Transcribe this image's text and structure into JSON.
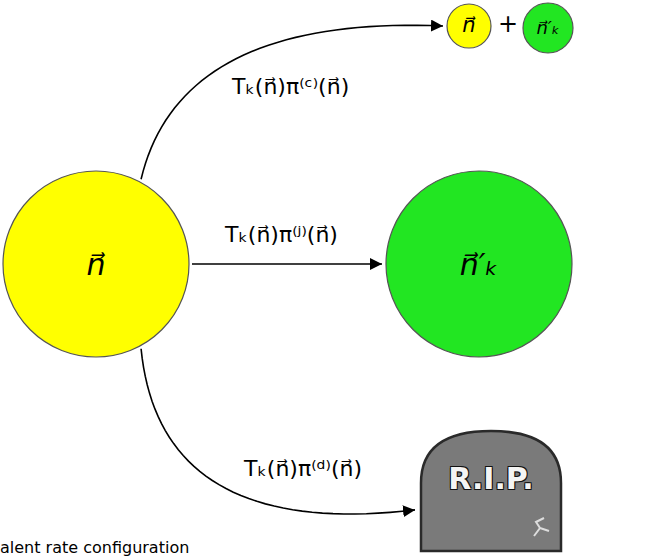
{
  "diagram": {
    "nodes": [
      {
        "text": [
          "n⃗"
        ]
      },
      {
        "text": [
          "n⃗"
        ]
      },
      {
        "text": [
          "n⃗′ₖ"
        ]
      },
      {
        "text": [
          "n⃗′ₖ"
        ]
      },
      {
        "text": [
          "R.I.P."
        ]
      }
    ],
    "edges": [
      {
        "from": 0,
        "to": 1,
        "arrow": "to",
        "label": "Tₖ(n⃗)π⁽ᶜ⁾(n⃗)"
      },
      {
        "from": 0,
        "to": 3,
        "arrow": "to",
        "label": "Tₖ(n⃗)π⁽ʲ⁾(n⃗)"
      },
      {
        "from": 0,
        "to": 4,
        "arrow": "to",
        "label": "Tₖ(n⃗)π⁽ᵈ⁾(n⃗)"
      }
    ],
    "labels": [
      "+",
      "alent rate configuration"
    ]
  }
}
